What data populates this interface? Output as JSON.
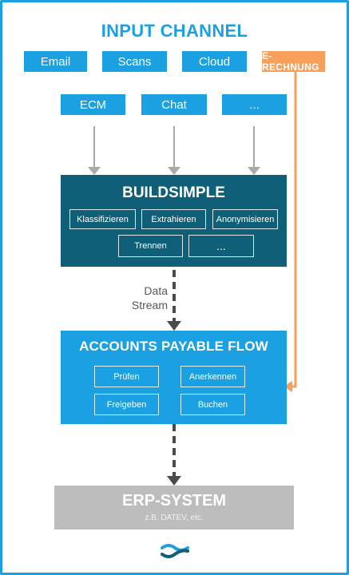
{
  "colors": {
    "primary_blue": "#1ba0e2",
    "orange": "#f7a05c",
    "dark_teal": "#105f78",
    "erp_gray": "#bdbdbd",
    "arrow_gray": "#9e9e9e",
    "dashed_dark": "#4a4a4a"
  },
  "input_channel": {
    "title": "INPUT CHANNEL",
    "row1": [
      "Email",
      "Scans",
      "Cloud"
    ],
    "e_rechnung": "E-RECHNUNG",
    "row2": [
      "ECM",
      "Chat",
      "..."
    ]
  },
  "buildsimple": {
    "title": "BUILDSIMPLE",
    "row1": [
      "Klassifizieren",
      "Extrahieren",
      "Anonymisieren"
    ],
    "row2": [
      "Trennen",
      "..."
    ]
  },
  "data_stream": {
    "line1": "Data",
    "line2": "Stream"
  },
  "accounts_payable": {
    "title": "ACCOUNTS PAYABLE FLOW",
    "items": [
      "Prüfen",
      "Anerkennen",
      "Freigeben",
      "Buchen"
    ]
  },
  "erp": {
    "title": "ERP-SYSTEM",
    "subtitle": "z.B. DATEV, etc."
  },
  "logo": {
    "icon": "buildsimple-logo-icon"
  }
}
